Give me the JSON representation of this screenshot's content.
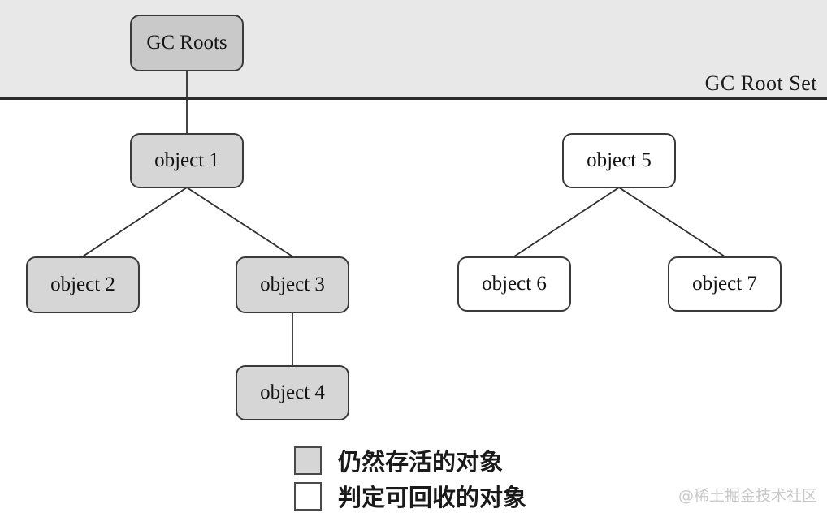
{
  "diagram": {
    "band_label": "GC Root Set",
    "nodes": [
      {
        "id": "gc-roots",
        "label": "GC Roots",
        "status": "alive"
      },
      {
        "id": "object-1",
        "label": "object 1",
        "status": "alive"
      },
      {
        "id": "object-2",
        "label": "object 2",
        "status": "alive"
      },
      {
        "id": "object-3",
        "label": "object 3",
        "status": "alive"
      },
      {
        "id": "object-4",
        "label": "object 4",
        "status": "alive"
      },
      {
        "id": "object-5",
        "label": "object 5",
        "status": "collectable"
      },
      {
        "id": "object-6",
        "label": "object 6",
        "status": "collectable"
      },
      {
        "id": "object-7",
        "label": "object 7",
        "status": "collectable"
      }
    ],
    "edges": [
      {
        "from": "gc-roots",
        "to": "object-1"
      },
      {
        "from": "object-1",
        "to": "object-2"
      },
      {
        "from": "object-1",
        "to": "object-3"
      },
      {
        "from": "object-3",
        "to": "object-4"
      },
      {
        "from": "object-5",
        "to": "object-6"
      },
      {
        "from": "object-5",
        "to": "object-7"
      }
    ]
  },
  "legend": {
    "items": [
      {
        "label": "仍然存活的对象",
        "swatch_color": "#d6d6d6",
        "status": "alive"
      },
      {
        "label": "判定可回收的对象",
        "swatch_color": "#ffffff",
        "status": "collectable"
      }
    ]
  },
  "watermark": "@稀土掘金技术社区",
  "colors": {
    "band_background": "#e8e8e8",
    "separator_line": "#2b2b2b",
    "alive_fill": "#d6d6d6",
    "collectable_fill": "#ffffff",
    "edge_line": "#2f2f2f"
  }
}
